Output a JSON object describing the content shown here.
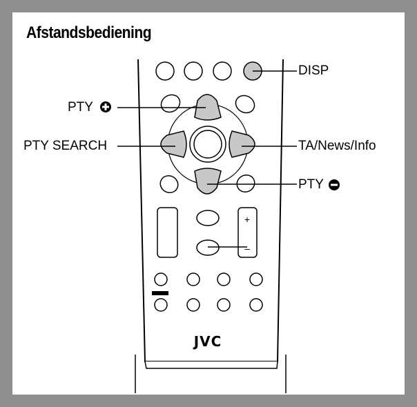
{
  "title": "Afstandsbediening",
  "callouts": {
    "disp": "DISP",
    "pty_plus": "PTY",
    "pty_search": "PTY SEARCH",
    "ta_news_info": "TA/News/Info",
    "pty_minus": "PTY"
  },
  "remote": {
    "brand": "JVC",
    "volume_plus": "+",
    "volume_minus": "–"
  },
  "icons": {
    "pty_plus": "plus-in-circle-icon",
    "pty_minus": "minus-in-circle-icon"
  },
  "colors": {
    "frame": "#8f8f8f",
    "highlight": "#c8c8c8",
    "outline": "#000000"
  }
}
